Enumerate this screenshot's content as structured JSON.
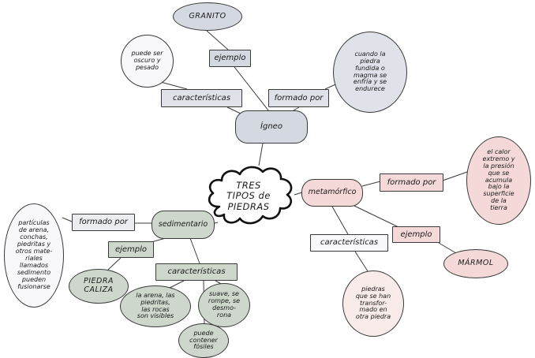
{
  "cloud": {
    "title": "TRES\nTIPOS de\nPIEDRAS"
  },
  "colors": {
    "outline": "#3a3a3a",
    "igneo_fill": "#d4d8e0",
    "igneo_light": "#e0e2e9",
    "white_fill": "#f8f8fa",
    "neutral_light": "#ecedf0",
    "sed_fill": "#cdd7cc",
    "met_fill": "#f5d9d9",
    "met_light": "#f9ebea"
  },
  "igneo": {
    "node_label": "Ígneo",
    "ejemplo_label": "ejemplo",
    "granito": "GRANITO",
    "caracteristicas_label": "características",
    "caracteristica": "puede ser\noscuro y\npesado",
    "formado_por_label": "formado por",
    "formado_por": "cuando la\npiedra\nfundida o\nmagma se\nenfría y se\nendurece"
  },
  "sedimentario": {
    "node_label": "sedimentario",
    "formado_por_label": "formado por",
    "formado_por": "partículas\nde arena,\nconchas,\npiedritas y\notros mate-\nriales\nllamados\nsedimento\npueden\nfusionarse",
    "ejemplo_label": "ejemplo",
    "ejemplo": "PIEDRA\nCALIZA",
    "caracteristicas_label": "características",
    "caracteristica_1": "la arena, las\npiedritas,\nlas rocas\nson visibles",
    "caracteristica_2": "suave, se\nrompe, se\ndesmo-\nrona",
    "caracteristica_3": "puede\ncontener\nfósiles"
  },
  "metamorfico": {
    "node_label": "metamórfico",
    "formado_por_label": "formado por",
    "formado_por": "el calor\nextremo y\nla presión\nque se\nacumula\nbajo la\nsuperficie\nde la\ntierra",
    "ejemplo_label": "ejemplo",
    "ejemplo": "MÁRMOL",
    "caracteristicas_label": "características",
    "caracteristica": "piedras\nque se han\ntransfor-\nmado en\notra piedra"
  }
}
